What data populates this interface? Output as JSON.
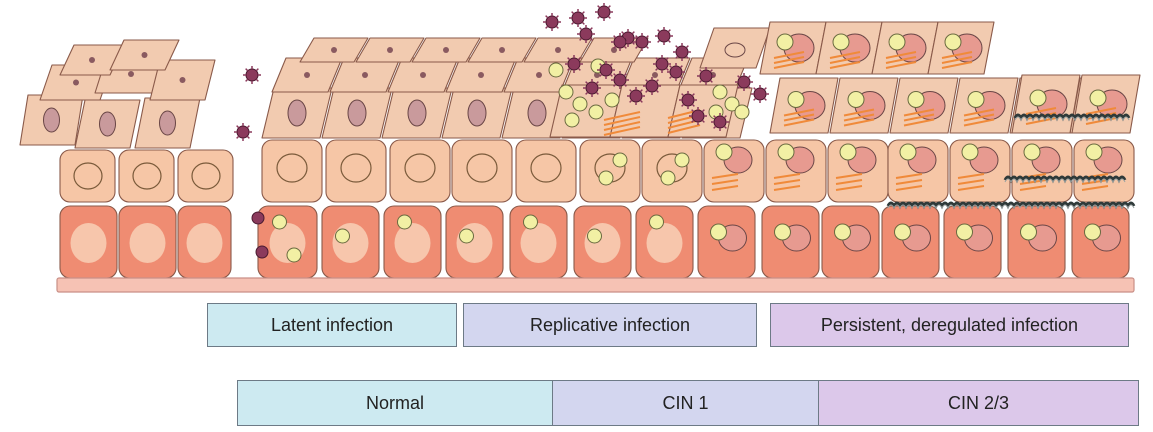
{
  "infection_stages": [
    {
      "label": "Latent infection",
      "color": "#cdeaf1"
    },
    {
      "label": "Replicative infection",
      "color": "#d3d6ef"
    },
    {
      "label": "Persistent, deregulated infection",
      "color": "#dcc8ea"
    }
  ],
  "lesion_grades": [
    {
      "label": "Normal",
      "color": "#cdeaf1"
    },
    {
      "label": "CIN 1",
      "color": "#d3d6ef"
    },
    {
      "label": "CIN 2/3",
      "color": "#dcc8ea"
    }
  ],
  "colors": {
    "basal_cell": "#ef8c72",
    "parabasal_cell": "#f6c6a6",
    "superficial_cell": "#f2cbb0",
    "nucleus": "#c99a9c",
    "viral_genome": "#f2f0a4",
    "virion": "#8b3a5c",
    "membrane": "#f6c2b4",
    "integrated_dna": "#2f3a3a"
  }
}
